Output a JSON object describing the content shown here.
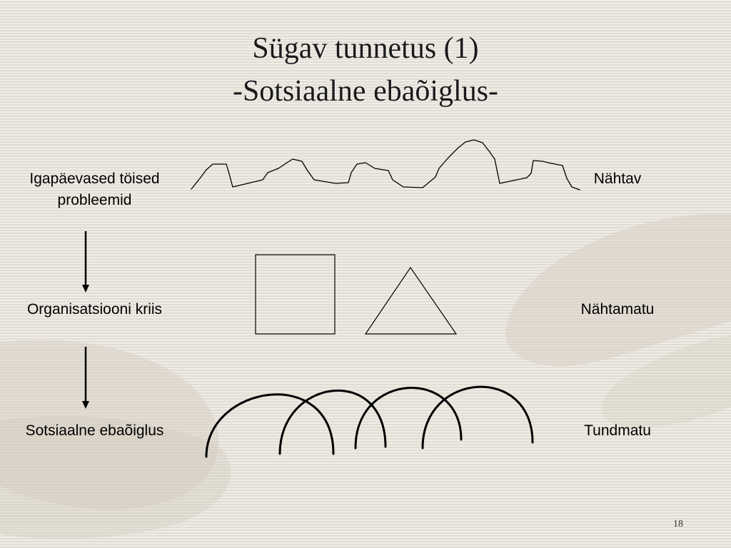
{
  "slide": {
    "title_line1": "Sügav tunnetus (1)",
    "title_line2": "-Sotsiaalne ebaõiglus-",
    "page_number": "18"
  },
  "levels": [
    {
      "left_label": "Igapäevased töised probleemid",
      "right_label": "Nähtav"
    },
    {
      "left_label": "Organisatsiooni kriis",
      "right_label": "Nähtamatu"
    },
    {
      "left_label": "Sotsiaalne ebaõiglus",
      "right_label": "Tundmatu"
    }
  ],
  "colors": {
    "background": "#e6e2d9",
    "stroke": "#000000",
    "background_art": "#d4cdc0"
  }
}
